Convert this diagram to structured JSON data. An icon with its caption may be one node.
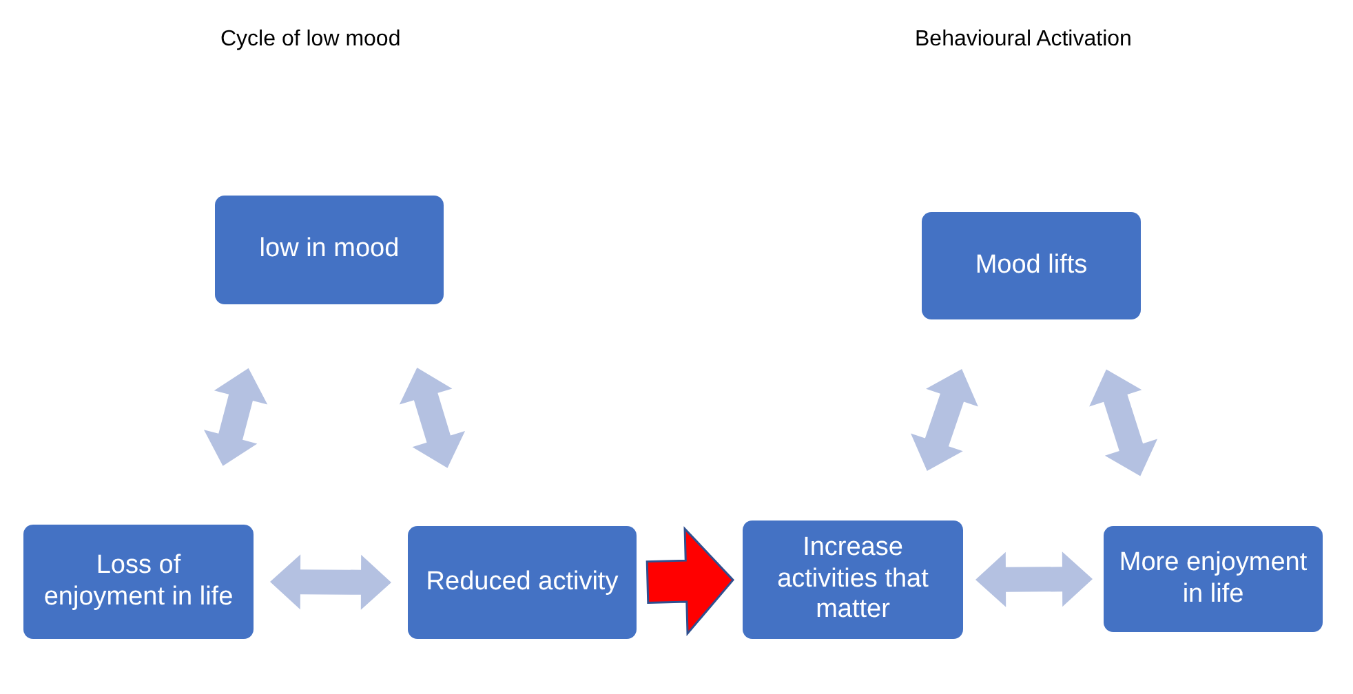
{
  "diagram": {
    "nodes": [
      {
        "text": [
          "low in mood"
        ]
      },
      {
        "text": [
          "Loss of enjoyment in life"
        ]
      },
      {
        "text": [
          "Reduced activity"
        ]
      },
      {
        "text": [
          "Mood lifts"
        ]
      },
      {
        "text": [
          "Increase activities that matter"
        ]
      },
      {
        "text": [
          "More enjoyment in life"
        ]
      }
    ],
    "edges": [
      {
        "from": 1,
        "to": 0,
        "arrow": "both"
      },
      {
        "from": 0,
        "to": 2,
        "arrow": "both"
      },
      {
        "from": 1,
        "to": 2,
        "arrow": "both"
      },
      {
        "from": 2,
        "to": 4,
        "arrow": "to",
        "style": "thick",
        "color": "#ff0000"
      },
      {
        "from": 4,
        "to": 3,
        "arrow": "both"
      },
      {
        "from": 3,
        "to": 5,
        "arrow": "both"
      },
      {
        "from": 4,
        "to": 5,
        "arrow": "both"
      }
    ],
    "labels": [
      "Cycle of low mood",
      "Behavioural Activation"
    ]
  }
}
